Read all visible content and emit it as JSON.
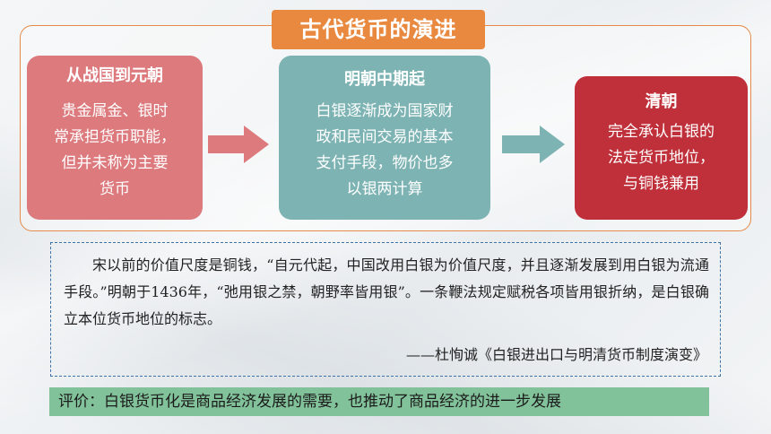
{
  "title": "古代货币的演进",
  "stages": [
    {
      "heading": "从战国到元朝",
      "lines": [
        "贵金属金、银时",
        "常承担货币职能，",
        "但并未称为主要",
        "货币"
      ],
      "color": "#dc7a7d"
    },
    {
      "heading": "明朝中期起",
      "lines": [
        "白银逐渐成为国家财",
        "政和民间交易的基本",
        "支付手段，物价也多",
        "以银两计算"
      ],
      "color": "#7db3b3"
    },
    {
      "heading": "清朝",
      "lines": [
        "完全承认白银的",
        "法定货币地位，",
        "与铜钱兼用"
      ],
      "color": "#c0303a"
    }
  ],
  "quote": {
    "text": "宋以前的价值尺度是铜钱，“自元代起，中国改用白银为价值尺度，并且逐渐发展到用白银为流通手段。”明朝于1436年，“弛用银之禁，朝野率皆用银”。一条鞭法规定赋税各项皆用银折纳，是白银确立本位货币地位的标志。",
    "source": "——杜恂诚《白银进出口与明清货币制度演变》"
  },
  "evaluation": "评价：白银货币化是商品经济发展的需要，也推动了商品经济的进一步发展",
  "colors": {
    "frame_border": "#e58a48",
    "title_bg": "#e8893f",
    "arrow_1": "#dc7a7d",
    "arrow_2": "#7db3b3",
    "quote_border": "#3d72a6",
    "evaluation_bg": "#82c29a"
  }
}
